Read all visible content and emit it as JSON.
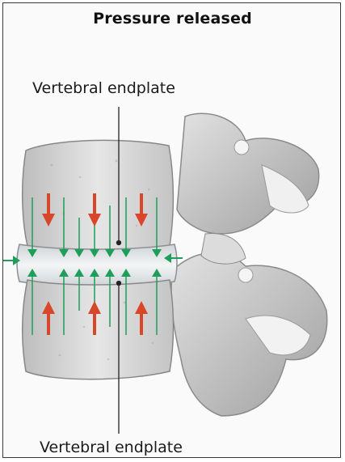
{
  "title": "Pressure released",
  "labels": {
    "top": "Vertebral endplate",
    "bottom": "Vertebral endplate"
  },
  "colors": {
    "bone": "#d9d9d9",
    "bone_shadow": "#9a9a9a",
    "disc": "#e8ecee",
    "red_arrow": "#d9472b",
    "green_arrow": "#1e9e5a",
    "leader_line": "#222222"
  }
}
